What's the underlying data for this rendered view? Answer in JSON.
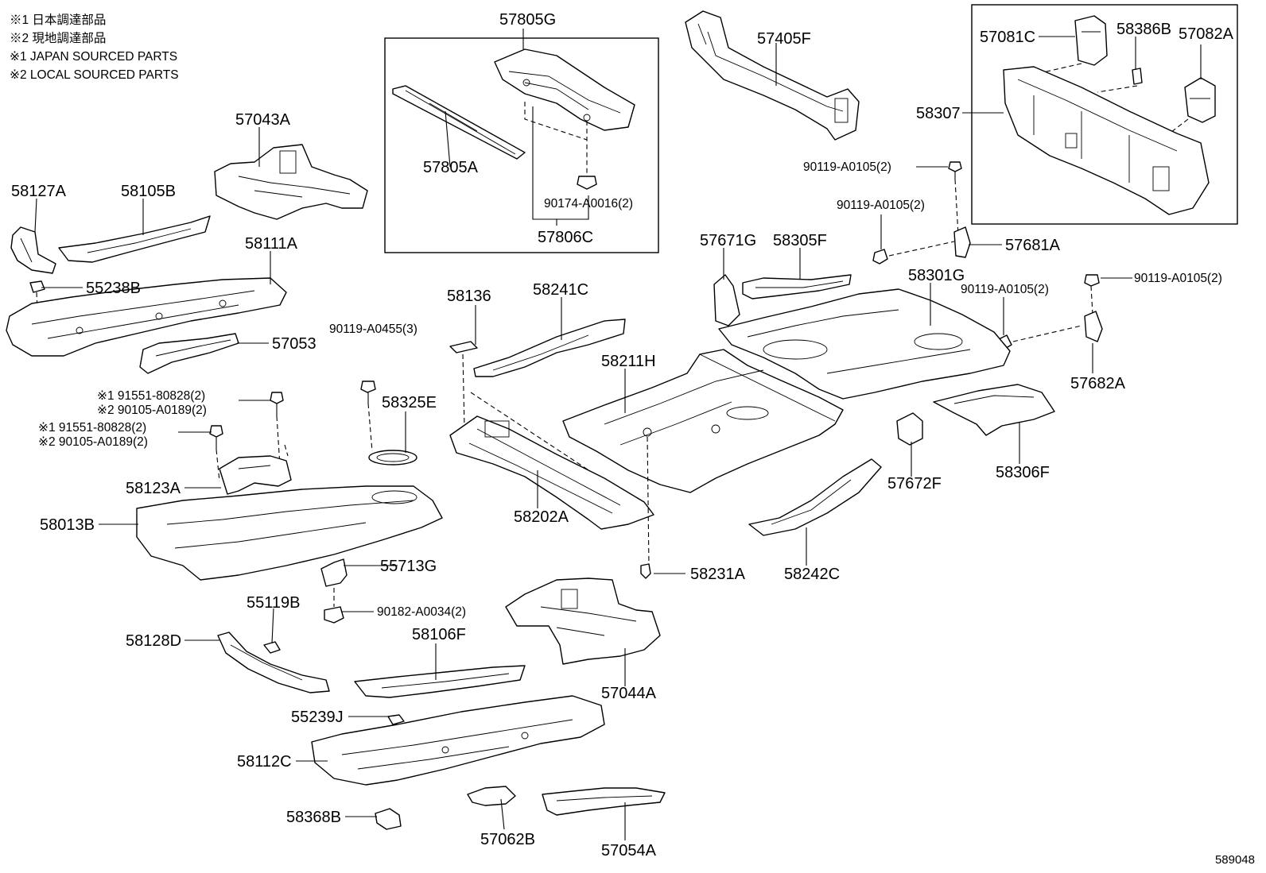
{
  "notes": [
    "※1 日本調達部品",
    "※2 現地調達部品",
    "※1 JAPAN SOURCED PARTS",
    "※2 LOCAL SOURCED PARTS"
  ],
  "diagram_id": "589048",
  "labels": {
    "p57805G": "57805G",
    "p57805A": "57805A",
    "p90174": "90174-A0016(2)",
    "p57806C": "57806C",
    "p57405F": "57405F",
    "p57081C": "57081C",
    "p58386B": "58386B",
    "p57082A": "57082A",
    "p58307": "58307",
    "p90119_r1": "90119-A0105(2)",
    "p90119_r2": "90119-A0105(2)",
    "p90119_r3": "90119-A0105(2)",
    "p90119_r4": "90119-A0105(2)",
    "p57681A": "57681A",
    "p57682A": "57682A",
    "p57043A": "57043A",
    "p58127A": "58127A",
    "p58105B": "58105B",
    "p58111A": "58111A",
    "p55238B": "55238B",
    "p57053": "57053",
    "p90119_a0455": "90119-A0455(3)",
    "p58136": "58136",
    "p58241C": "58241C",
    "p57671G": "57671G",
    "p58305F": "58305F",
    "p58301G": "58301G",
    "p58211H": "58211H",
    "p58325E": "58325E",
    "p91551_a": "※1 91551-80828(2)",
    "p90105_a": "※2 90105-A0189(2)",
    "p91551_b": "※1 91551-80828(2)",
    "p90105_b": "※2 90105-A0189(2)",
    "p58123A": "58123A",
    "p58013B": "58013B",
    "p58202A": "58202A",
    "p57672F": "57672F",
    "p58306F": "58306F",
    "p55713G": "55713G",
    "p58231A": "58231A",
    "p58242C": "58242C",
    "p55119B": "55119B",
    "p90182": "90182-A0034(2)",
    "p58128D": "58128D",
    "p58106F": "58106F",
    "p57044A": "57044A",
    "p55239J": "55239J",
    "p58112C": "58112C",
    "p58368B": "58368B",
    "p57062B": "57062B",
    "p57054A": "57054A"
  }
}
